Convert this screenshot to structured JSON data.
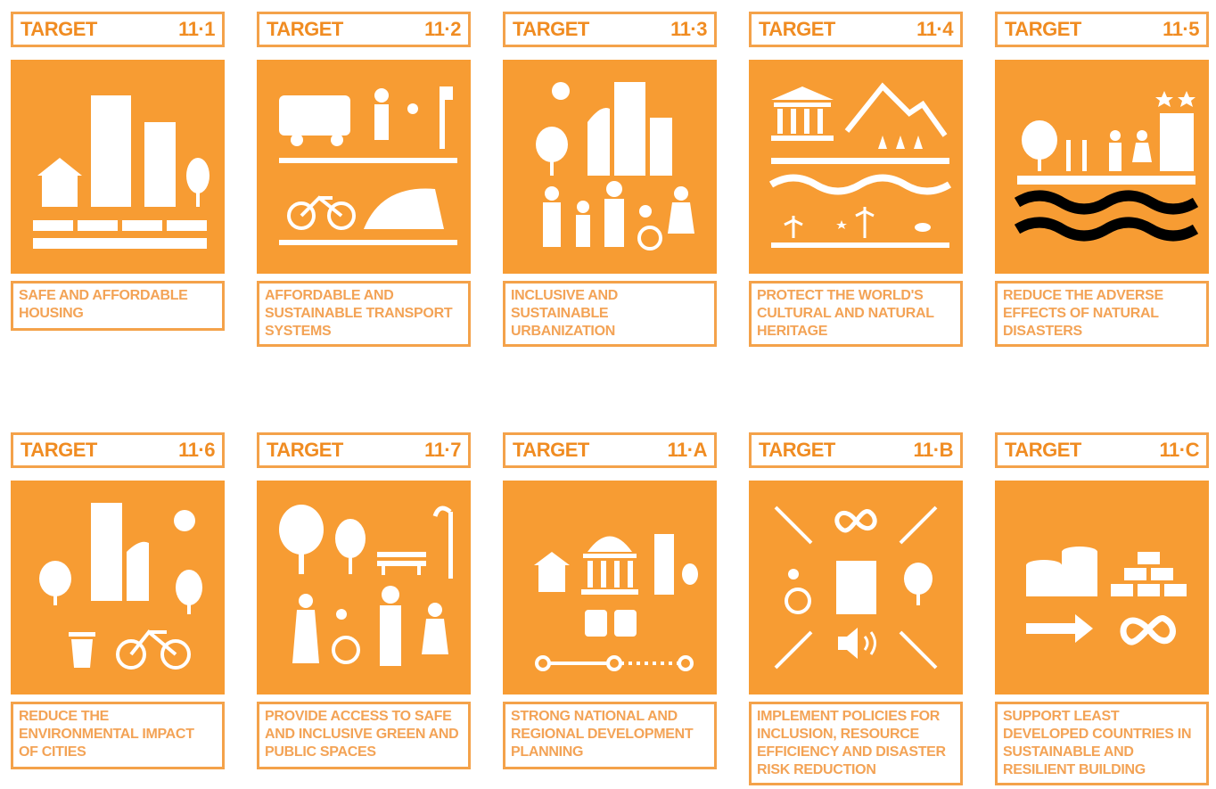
{
  "cards": [
    {
      "label": "TARGET",
      "number": "11·1",
      "text": "SAFE AND AFFORDABLE HOUSING",
      "icon": "housing-icon"
    },
    {
      "label": "TARGET",
      "number": "11·2",
      "text": "AFFORDABLE AND SUSTAINABLE TRANSPORT SYSTEMS",
      "icon": "transport-icon"
    },
    {
      "label": "TARGET",
      "number": "11·3",
      "text": "INCLUSIVE AND SUSTAINABLE URBANIZATION",
      "icon": "urbanization-icon"
    },
    {
      "label": "TARGET",
      "number": "11·4",
      "text": "PROTECT THE WORLD'S CULTURAL AND NATURAL HERITAGE",
      "icon": "heritage-icon"
    },
    {
      "label": "TARGET",
      "number": "11·5",
      "text": "REDUCE THE ADVERSE EFFECTS OF NATURAL DISASTERS",
      "icon": "disaster-icon"
    },
    {
      "label": "TARGET",
      "number": "11·6",
      "text": "REDUCE THE ENVIRONMENTAL IMPACT OF CITIES",
      "icon": "environment-icon"
    },
    {
      "label": "TARGET",
      "number": "11·7",
      "text": "PROVIDE ACCESS TO SAFE AND INCLUSIVE GREEN AND PUBLIC SPACES",
      "icon": "public-space-icon"
    },
    {
      "label": "TARGET",
      "number": "11·A",
      "text": "STRONG NATIONAL AND REGIONAL DEVELOPMENT PLANNING",
      "icon": "planning-icon"
    },
    {
      "label": "TARGET",
      "number": "11·B",
      "text": "IMPLEMENT POLICIES FOR INCLUSION, RESOURCE EFFICIENCY AND DISASTER RISK REDUCTION",
      "icon": "policies-icon"
    },
    {
      "label": "TARGET",
      "number": "11·C",
      "text": "SUPPORT LEAST DEVELOPED COUNTRIES IN SUSTAINABLE AND RESILIENT BUILDING",
      "icon": "resilient-building-icon"
    }
  ],
  "colors": {
    "accent": "#f79c33",
    "border": "#f4a24a",
    "text": "#f08c22"
  }
}
